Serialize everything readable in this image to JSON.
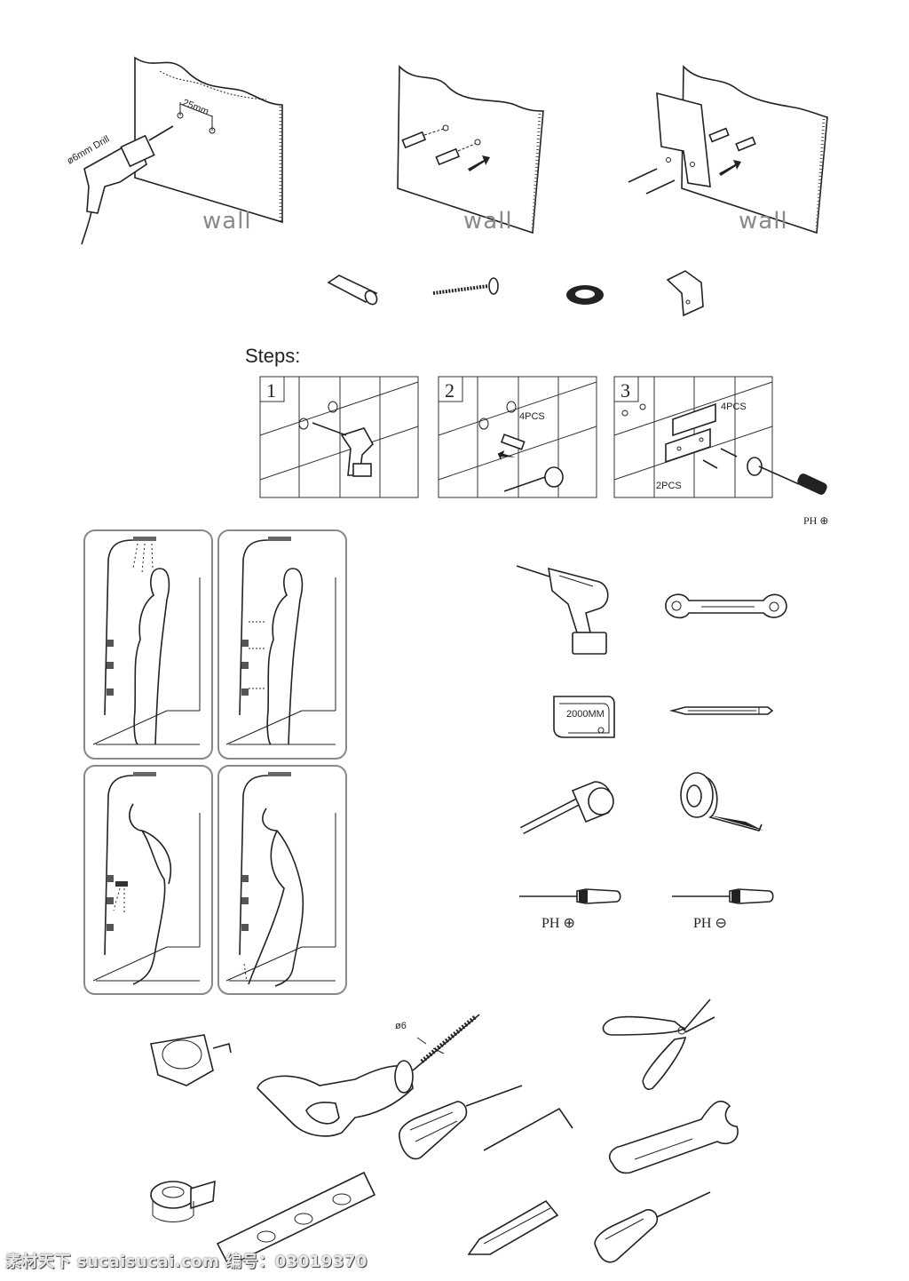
{
  "wall_panels": [
    {
      "wall_label": "wall",
      "drill_label": "ø6mm Drill",
      "spacing_label": "25mm"
    },
    {
      "wall_label": "wall"
    },
    {
      "wall_label": "wall"
    }
  ],
  "parts": [
    "anchor-plug",
    "screw",
    "washer",
    "mounting-bracket"
  ],
  "steps": {
    "title": "Steps:",
    "items": [
      {
        "number": "1"
      },
      {
        "number": "2",
        "label": "4PCS"
      },
      {
        "number": "3",
        "label_a": "4PCS",
        "label_b": "2PCS"
      }
    ],
    "screwdriver_label": "PH ⊕"
  },
  "usage_panels": [
    "rain-shower",
    "body-jets",
    "hand-shower",
    "foot-rinse"
  ],
  "tools": {
    "tape_label": "2000MM",
    "screwdriver_cross_label": "PH ⊕",
    "screwdriver_flat_label": "PH ⊖"
  },
  "bottom_tools": {
    "drill_bit_label": "ø6"
  },
  "watermark": "素材天下 sucaisucai.com  编号：03019370"
}
